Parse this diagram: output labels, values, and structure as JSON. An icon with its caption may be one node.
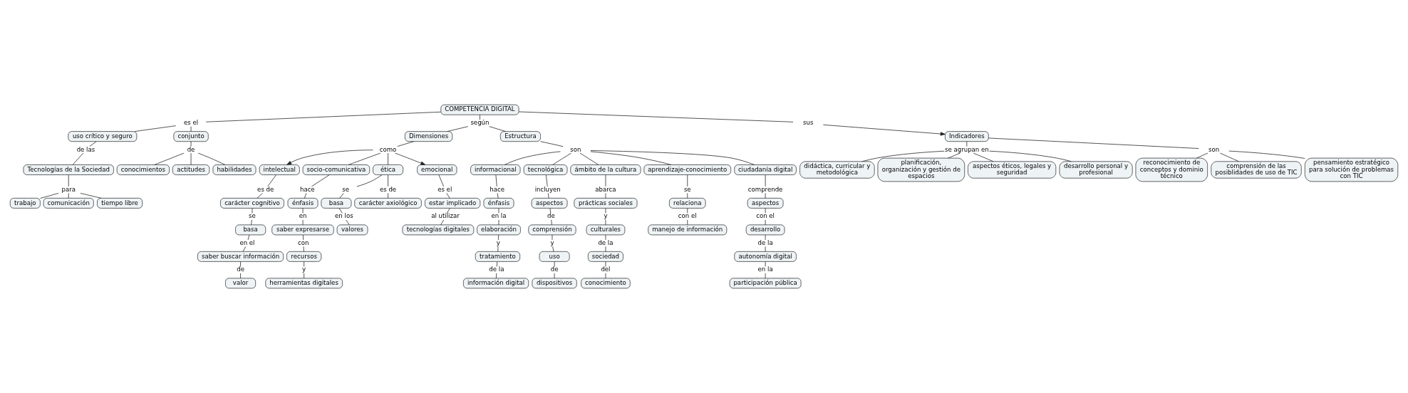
{
  "diagram": {
    "nodes": [
      {
        "text": [
          "COMPETENCIA DIGITAL"
        ]
      },
      {
        "text": [
          "es el"
        ]
      },
      {
        "text": [
          "uso crítico y seguro"
        ]
      },
      {
        "text": [
          "de las"
        ]
      },
      {
        "text": [
          "Tecnologías de la Sociedad"
        ]
      },
      {
        "text": [
          "para"
        ]
      },
      {
        "text": [
          "trabajo"
        ]
      },
      {
        "text": [
          "comunicación"
        ]
      },
      {
        "text": [
          "tiempo libre"
        ]
      },
      {
        "text": [
          "conjunto"
        ]
      },
      {
        "text": [
          "de"
        ]
      },
      {
        "text": [
          "conocimientos"
        ]
      },
      {
        "text": [
          "actitudes"
        ]
      },
      {
        "text": [
          "habilidades"
        ]
      },
      {
        "text": [
          "según"
        ]
      },
      {
        "text": [
          "Dimensiones"
        ]
      },
      {
        "text": [
          "como"
        ]
      },
      {
        "text": [
          "intelectual"
        ]
      },
      {
        "text": [
          "es de"
        ]
      },
      {
        "text": [
          "carácter cognitivo"
        ]
      },
      {
        "text": [
          "se"
        ]
      },
      {
        "text": [
          "basa"
        ]
      },
      {
        "text": [
          "en el"
        ]
      },
      {
        "text": [
          "saber buscar información"
        ]
      },
      {
        "text": [
          "de"
        ]
      },
      {
        "text": [
          "valor"
        ]
      },
      {
        "text": [
          "socio-comunicativa"
        ]
      },
      {
        "text": [
          "hace"
        ]
      },
      {
        "text": [
          "énfasis"
        ]
      },
      {
        "text": [
          "en"
        ]
      },
      {
        "text": [
          "saber expresarse"
        ]
      },
      {
        "text": [
          "con"
        ]
      },
      {
        "text": [
          "recursos"
        ]
      },
      {
        "text": [
          "y"
        ]
      },
      {
        "text": [
          "herramientas digitales"
        ]
      },
      {
        "text": [
          "ética"
        ]
      },
      {
        "text": [
          "se"
        ]
      },
      {
        "text": [
          "basa"
        ]
      },
      {
        "text": [
          "en los"
        ]
      },
      {
        "text": [
          "valores"
        ]
      },
      {
        "text": [
          "es de"
        ]
      },
      {
        "text": [
          "carácter axiológico"
        ]
      },
      {
        "text": [
          "emocional"
        ]
      },
      {
        "text": [
          "es el"
        ]
      },
      {
        "text": [
          "estar implicado"
        ]
      },
      {
        "text": [
          "al utilizar"
        ]
      },
      {
        "text": [
          "tecnologías digitales"
        ]
      },
      {
        "text": [
          "Estructura"
        ]
      },
      {
        "text": [
          "son"
        ]
      },
      {
        "text": [
          "informacional"
        ]
      },
      {
        "text": [
          "hace"
        ]
      },
      {
        "text": [
          "énfasis"
        ]
      },
      {
        "text": [
          "en la"
        ]
      },
      {
        "text": [
          "elaboración"
        ]
      },
      {
        "text": [
          "y"
        ]
      },
      {
        "text": [
          "tratamiento"
        ]
      },
      {
        "text": [
          "de la"
        ]
      },
      {
        "text": [
          "información digital"
        ]
      },
      {
        "text": [
          "tecnológica"
        ]
      },
      {
        "text": [
          "incluyen"
        ]
      },
      {
        "text": [
          "aspectos"
        ]
      },
      {
        "text": [
          "de"
        ]
      },
      {
        "text": [
          "comprensión"
        ]
      },
      {
        "text": [
          "y"
        ]
      },
      {
        "text": [
          "uso"
        ]
      },
      {
        "text": [
          "de"
        ]
      },
      {
        "text": [
          "dispositivos"
        ]
      },
      {
        "text": [
          "ámbito de la cultura"
        ]
      },
      {
        "text": [
          "abarca"
        ]
      },
      {
        "text": [
          "prácticas sociales"
        ]
      },
      {
        "text": [
          "y"
        ]
      },
      {
        "text": [
          "culturales"
        ]
      },
      {
        "text": [
          "de la"
        ]
      },
      {
        "text": [
          "sociedad"
        ]
      },
      {
        "text": [
          "del"
        ]
      },
      {
        "text": [
          "conocimiento"
        ]
      },
      {
        "text": [
          "aprendizaje-conocimiento"
        ]
      },
      {
        "text": [
          "se"
        ]
      },
      {
        "text": [
          "relaciona"
        ]
      },
      {
        "text": [
          "con el"
        ]
      },
      {
        "text": [
          "manejo de información"
        ]
      },
      {
        "text": [
          "ciudadanía digital"
        ]
      },
      {
        "text": [
          "comprende"
        ]
      },
      {
        "text": [
          "aspectos"
        ]
      },
      {
        "text": [
          "con el"
        ]
      },
      {
        "text": [
          "desarrollo"
        ]
      },
      {
        "text": [
          "de la"
        ]
      },
      {
        "text": [
          "autonomía digital"
        ]
      },
      {
        "text": [
          "en la"
        ]
      },
      {
        "text": [
          "participación pública"
        ]
      },
      {
        "text": [
          "sus"
        ]
      },
      {
        "text": [
          "Indicadores"
        ]
      },
      {
        "text": [
          "se agrupan en"
        ]
      },
      {
        "text": [
          "didáctica, curricular y metodológica"
        ]
      },
      {
        "text": [
          "planificación, organización y gestión de espacios"
        ]
      },
      {
        "text": [
          "aspectos éticos, legales y seguridad"
        ]
      },
      {
        "text": [
          "desarrollo personal y profesional"
        ]
      },
      {
        "text": [
          "son"
        ]
      },
      {
        "text": [
          "reconocimiento de conceptos y dominio técnico"
        ]
      },
      {
        "text": [
          "comprensión de las posiblidades de uso de TIC"
        ]
      },
      {
        "text": [
          "pensamiento estratégico para solución de problemas con TIC"
        ]
      }
    ],
    "edges": [
      {
        "from": 0,
        "to": 1,
        "arrow": "none"
      },
      {
        "from": 1,
        "to": 2,
        "arrow": "none"
      },
      {
        "from": 1,
        "to": 9,
        "arrow": "none"
      },
      {
        "from": 2,
        "to": 3,
        "arrow": "none"
      },
      {
        "from": 3,
        "to": 4,
        "arrow": "none"
      },
      {
        "from": 4,
        "to": 5,
        "arrow": "none"
      },
      {
        "from": 5,
        "to": 6,
        "arrow": "none"
      },
      {
        "from": 5,
        "to": 7,
        "arrow": "none"
      },
      {
        "from": 5,
        "to": 8,
        "arrow": "none"
      },
      {
        "from": 9,
        "to": 10,
        "arrow": "none"
      },
      {
        "from": 10,
        "to": 11,
        "arrow": "none"
      },
      {
        "from": 10,
        "to": 12,
        "arrow": "none"
      },
      {
        "from": 10,
        "to": 13,
        "arrow": "none"
      },
      {
        "from": 0,
        "to": 14,
        "arrow": "none"
      },
      {
        "from": 14,
        "to": 15,
        "arrow": "none"
      },
      {
        "from": 14,
        "to": 47,
        "arrow": "none"
      },
      {
        "from": 15,
        "to": 16,
        "arrow": "none"
      },
      {
        "from": 16,
        "to": 17,
        "arrow": "to"
      },
      {
        "from": 16,
        "to": 26,
        "arrow": "none"
      },
      {
        "from": 16,
        "to": 35,
        "arrow": "none"
      },
      {
        "from": 16,
        "to": 42,
        "arrow": "to"
      },
      {
        "from": 17,
        "to": 18,
        "arrow": "none"
      },
      {
        "from": 18,
        "to": 19,
        "arrow": "none"
      },
      {
        "from": 19,
        "to": 20,
        "arrow": "none"
      },
      {
        "from": 20,
        "to": 21,
        "arrow": "none"
      },
      {
        "from": 21,
        "to": 22,
        "arrow": "none"
      },
      {
        "from": 22,
        "to": 23,
        "arrow": "none"
      },
      {
        "from": 23,
        "to": 24,
        "arrow": "none"
      },
      {
        "from": 24,
        "to": 25,
        "arrow": "none"
      },
      {
        "from": 26,
        "to": 27,
        "arrow": "none"
      },
      {
        "from": 27,
        "to": 28,
        "arrow": "none"
      },
      {
        "from": 28,
        "to": 29,
        "arrow": "none"
      },
      {
        "from": 29,
        "to": 30,
        "arrow": "none"
      },
      {
        "from": 30,
        "to": 31,
        "arrow": "none"
      },
      {
        "from": 31,
        "to": 32,
        "arrow": "none"
      },
      {
        "from": 32,
        "to": 33,
        "arrow": "none"
      },
      {
        "from": 33,
        "to": 34,
        "arrow": "none"
      },
      {
        "from": 35,
        "to": 36,
        "arrow": "none"
      },
      {
        "from": 36,
        "to": 37,
        "arrow": "none"
      },
      {
        "from": 37,
        "to": 38,
        "arrow": "none"
      },
      {
        "from": 38,
        "to": 39,
        "arrow": "none"
      },
      {
        "from": 35,
        "to": 40,
        "arrow": "none"
      },
      {
        "from": 40,
        "to": 41,
        "arrow": "none"
      },
      {
        "from": 42,
        "to": 43,
        "arrow": "none"
      },
      {
        "from": 43,
        "to": 44,
        "arrow": "none"
      },
      {
        "from": 44,
        "to": 45,
        "arrow": "none"
      },
      {
        "from": 45,
        "to": 46,
        "arrow": "none"
      },
      {
        "from": 47,
        "to": 48,
        "arrow": "none"
      },
      {
        "from": 48,
        "to": 49,
        "arrow": "none"
      },
      {
        "from": 48,
        "to": 58,
        "arrow": "none"
      },
      {
        "from": 48,
        "to": 67,
        "arrow": "none"
      },
      {
        "from": 48,
        "to": 76,
        "arrow": "none"
      },
      {
        "from": 48,
        "to": 81,
        "arrow": "none"
      },
      {
        "from": 49,
        "to": 50,
        "arrow": "none"
      },
      {
        "from": 50,
        "to": 51,
        "arrow": "none"
      },
      {
        "from": 51,
        "to": 52,
        "arrow": "none"
      },
      {
        "from": 52,
        "to": 53,
        "arrow": "none"
      },
      {
        "from": 53,
        "to": 54,
        "arrow": "none"
      },
      {
        "from": 54,
        "to": 55,
        "arrow": "none"
      },
      {
        "from": 55,
        "to": 56,
        "arrow": "none"
      },
      {
        "from": 56,
        "to": 57,
        "arrow": "none"
      },
      {
        "from": 58,
        "to": 59,
        "arrow": "none"
      },
      {
        "from": 59,
        "to": 60,
        "arrow": "none"
      },
      {
        "from": 60,
        "to": 61,
        "arrow": "none"
      },
      {
        "from": 61,
        "to": 62,
        "arrow": "none"
      },
      {
        "from": 62,
        "to": 63,
        "arrow": "none"
      },
      {
        "from": 63,
        "to": 64,
        "arrow": "none"
      },
      {
        "from": 64,
        "to": 65,
        "arrow": "none"
      },
      {
        "from": 65,
        "to": 66,
        "arrow": "none"
      },
      {
        "from": 67,
        "to": 68,
        "arrow": "none"
      },
      {
        "from": 68,
        "to": 69,
        "arrow": "none"
      },
      {
        "from": 69,
        "to": 70,
        "arrow": "none"
      },
      {
        "from": 70,
        "to": 71,
        "arrow": "none"
      },
      {
        "from": 71,
        "to": 72,
        "arrow": "none"
      },
      {
        "from": 72,
        "to": 73,
        "arrow": "none"
      },
      {
        "from": 73,
        "to": 74,
        "arrow": "none"
      },
      {
        "from": 74,
        "to": 75,
        "arrow": "none"
      },
      {
        "from": 76,
        "to": 77,
        "arrow": "none"
      },
      {
        "from": 77,
        "to": 78,
        "arrow": "none"
      },
      {
        "from": 78,
        "to": 79,
        "arrow": "none"
      },
      {
        "from": 79,
        "to": 80,
        "arrow": "none"
      },
      {
        "from": 81,
        "to": 82,
        "arrow": "none"
      },
      {
        "from": 82,
        "to": 83,
        "arrow": "none"
      },
      {
        "from": 83,
        "to": 84,
        "arrow": "none"
      },
      {
        "from": 84,
        "to": 85,
        "arrow": "none"
      },
      {
        "from": 85,
        "to": 86,
        "arrow": "none"
      },
      {
        "from": 86,
        "to": 87,
        "arrow": "none"
      },
      {
        "from": 87,
        "to": 88,
        "arrow": "none"
      },
      {
        "from": 88,
        "to": 89,
        "arrow": "none"
      },
      {
        "from": 0,
        "to": 90,
        "arrow": "none"
      },
      {
        "from": 90,
        "to": 91,
        "arrow": "to"
      },
      {
        "from": 91,
        "to": 92,
        "arrow": "none"
      },
      {
        "from": 92,
        "to": 93,
        "arrow": "none"
      },
      {
        "from": 92,
        "to": 94,
        "arrow": "none"
      },
      {
        "from": 92,
        "to": 95,
        "arrow": "none"
      },
      {
        "from": 92,
        "to": 96,
        "arrow": "none"
      },
      {
        "from": 91,
        "to": 97,
        "arrow": "none"
      },
      {
        "from": 97,
        "to": 98,
        "arrow": "none"
      },
      {
        "from": 97,
        "to": 99,
        "arrow": "none"
      },
      {
        "from": 97,
        "to": 100,
        "arrow": "none"
      }
    ]
  }
}
